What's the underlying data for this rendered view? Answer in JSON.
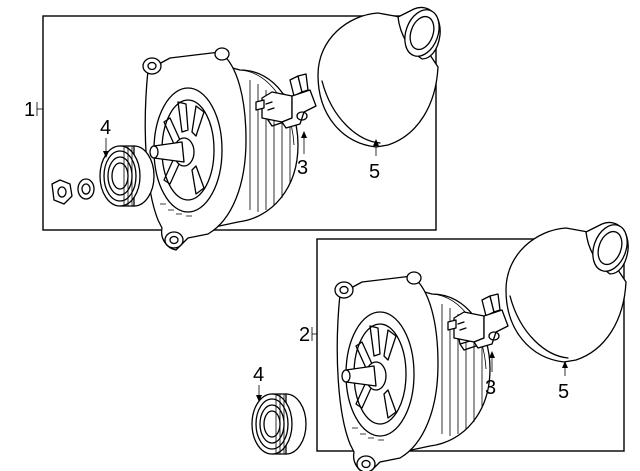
{
  "callouts": {
    "assembly_1": "1",
    "assembly_2": "2",
    "regulator_upper": "3",
    "regulator_lower": "3",
    "pulley_upper": "4",
    "pulley_lower": "4",
    "cover_upper": "5",
    "cover_lower": "5"
  },
  "icons": {
    "alternator": "alternator-icon",
    "pulley": "pulley-icon",
    "regulator": "voltage-regulator-icon",
    "cover": "alternator-cover-icon",
    "nut": "nut-icon",
    "washer": "washer-icon"
  },
  "colors": {
    "line": "#000000",
    "background": "#ffffff"
  }
}
